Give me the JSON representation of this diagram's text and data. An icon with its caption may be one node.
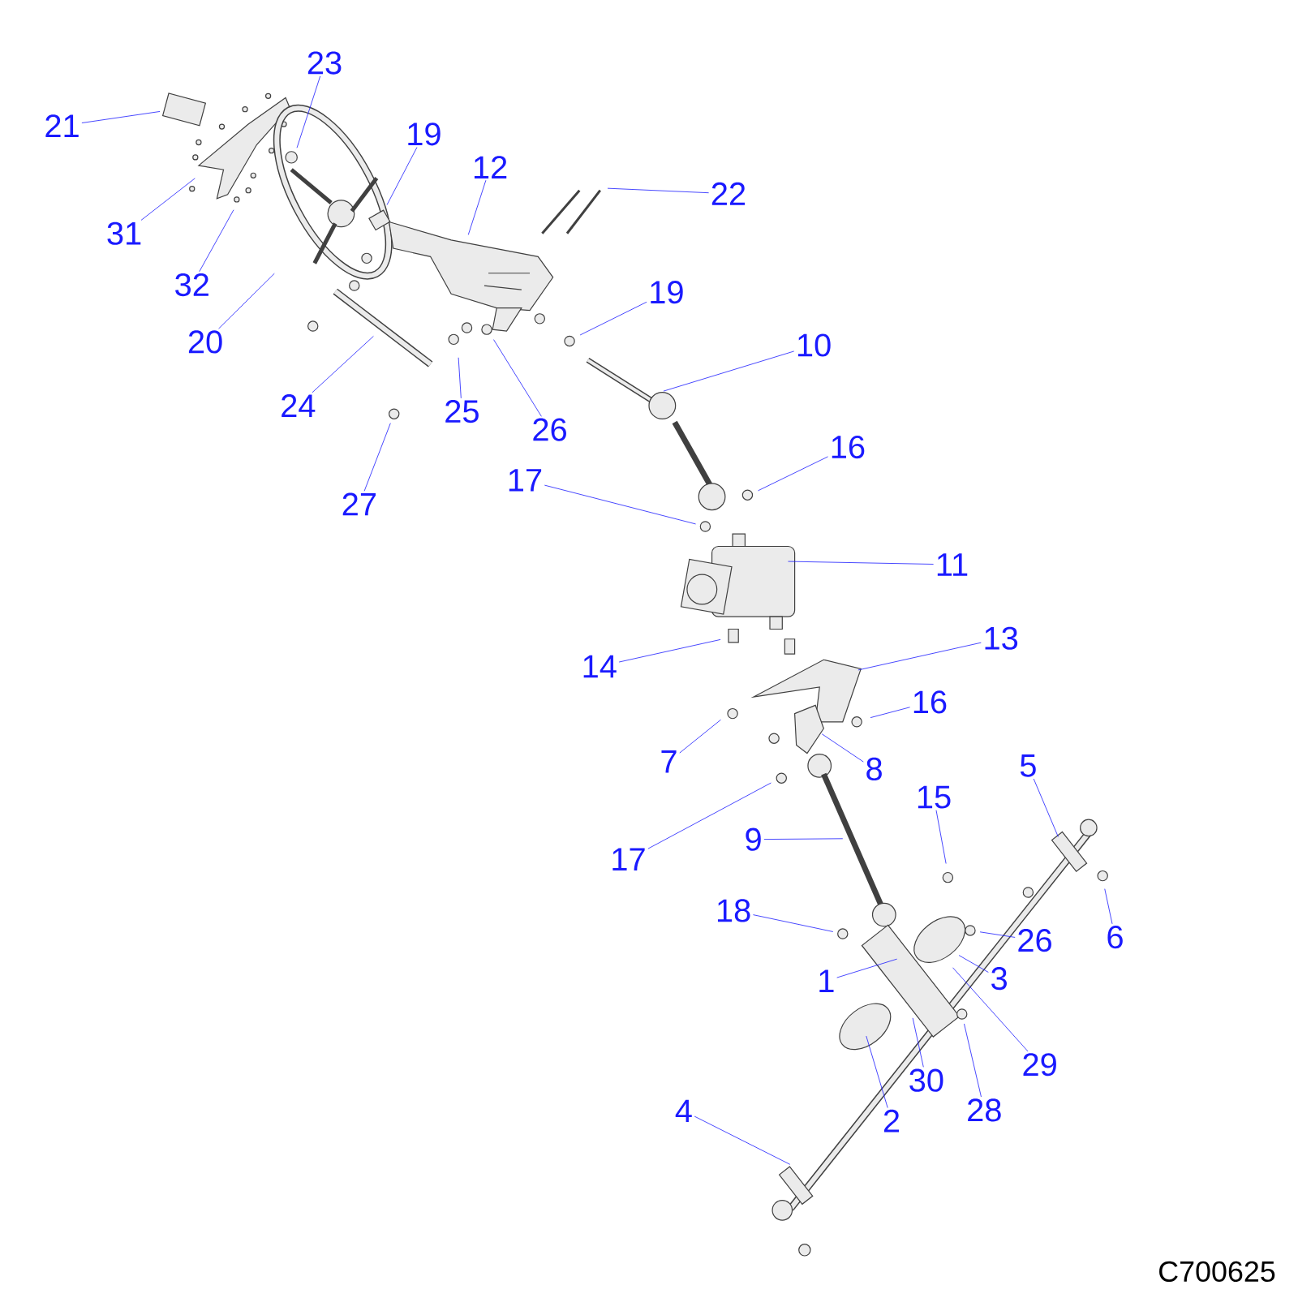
{
  "diagram": {
    "nodes": [
      {
        "text": [
          "23"
        ]
      },
      {
        "text": [
          "21"
        ]
      },
      {
        "text": [
          "19"
        ]
      },
      {
        "text": [
          "12"
        ]
      },
      {
        "text": [
          "22"
        ]
      },
      {
        "text": [
          "31"
        ]
      },
      {
        "text": [
          "32"
        ]
      },
      {
        "text": [
          "19"
        ]
      },
      {
        "text": [
          "20"
        ]
      },
      {
        "text": [
          "10"
        ]
      },
      {
        "text": [
          "24"
        ]
      },
      {
        "text": [
          "25"
        ]
      },
      {
        "text": [
          "26"
        ]
      },
      {
        "text": [
          "16"
        ]
      },
      {
        "text": [
          "17"
        ]
      },
      {
        "text": [
          "27"
        ]
      },
      {
        "text": [
          "11"
        ]
      },
      {
        "text": [
          "13"
        ]
      },
      {
        "text": [
          "14"
        ]
      },
      {
        "text": [
          "16"
        ]
      },
      {
        "text": [
          "7"
        ]
      },
      {
        "text": [
          "5"
        ]
      },
      {
        "text": [
          "8"
        ]
      },
      {
        "text": [
          "15"
        ]
      },
      {
        "text": [
          "9"
        ]
      },
      {
        "text": [
          "17"
        ]
      },
      {
        "text": [
          "18"
        ]
      },
      {
        "text": [
          "26"
        ]
      },
      {
        "text": [
          "6"
        ]
      },
      {
        "text": [
          "3"
        ]
      },
      {
        "text": [
          "1"
        ]
      },
      {
        "text": [
          "29"
        ]
      },
      {
        "text": [
          "30"
        ]
      },
      {
        "text": [
          "4"
        ]
      },
      {
        "text": [
          "28"
        ]
      },
      {
        "text": [
          "2"
        ]
      }
    ],
    "edges": [
      {
        "from": 0,
        "to": null,
        "arrow": "none"
      },
      {
        "from": 1,
        "to": null,
        "arrow": "none"
      },
      {
        "from": 2,
        "to": null,
        "arrow": "none"
      },
      {
        "from": 3,
        "to": null,
        "arrow": "none"
      },
      {
        "from": 4,
        "to": null,
        "arrow": "none"
      },
      {
        "from": 5,
        "to": null,
        "arrow": "none"
      },
      {
        "from": 6,
        "to": null,
        "arrow": "none"
      },
      {
        "from": 7,
        "to": null,
        "arrow": "none"
      },
      {
        "from": 8,
        "to": null,
        "arrow": "none"
      },
      {
        "from": 9,
        "to": null,
        "arrow": "none"
      },
      {
        "from": 10,
        "to": null,
        "arrow": "none"
      },
      {
        "from": 11,
        "to": null,
        "arrow": "none"
      },
      {
        "from": 12,
        "to": null,
        "arrow": "none"
      },
      {
        "from": 13,
        "to": null,
        "arrow": "none"
      },
      {
        "from": 14,
        "to": null,
        "arrow": "none"
      },
      {
        "from": 15,
        "to": null,
        "arrow": "none"
      },
      {
        "from": 16,
        "to": null,
        "arrow": "none"
      },
      {
        "from": 17,
        "to": null,
        "arrow": "none"
      },
      {
        "from": 18,
        "to": null,
        "arrow": "none"
      },
      {
        "from": 19,
        "to": null,
        "arrow": "none"
      },
      {
        "from": 20,
        "to": null,
        "arrow": "none"
      },
      {
        "from": 21,
        "to": null,
        "arrow": "none"
      },
      {
        "from": 22,
        "to": null,
        "arrow": "none"
      },
      {
        "from": 23,
        "to": null,
        "arrow": "none"
      },
      {
        "from": 24,
        "to": null,
        "arrow": "none"
      },
      {
        "from": 25,
        "to": null,
        "arrow": "none"
      },
      {
        "from": 26,
        "to": null,
        "arrow": "none"
      },
      {
        "from": 27,
        "to": null,
        "arrow": "none"
      },
      {
        "from": 28,
        "to": null,
        "arrow": "none"
      },
      {
        "from": 29,
        "to": null,
        "arrow": "none"
      },
      {
        "from": 30,
        "to": null,
        "arrow": "none"
      },
      {
        "from": 31,
        "to": null,
        "arrow": "none"
      },
      {
        "from": 32,
        "to": null,
        "arrow": "none"
      },
      {
        "from": 33,
        "to": null,
        "arrow": "none"
      },
      {
        "from": 34,
        "to": null,
        "arrow": "none"
      },
      {
        "from": 35,
        "to": null,
        "arrow": "none"
      }
    ],
    "labels": [
      "C700625"
    ]
  }
}
